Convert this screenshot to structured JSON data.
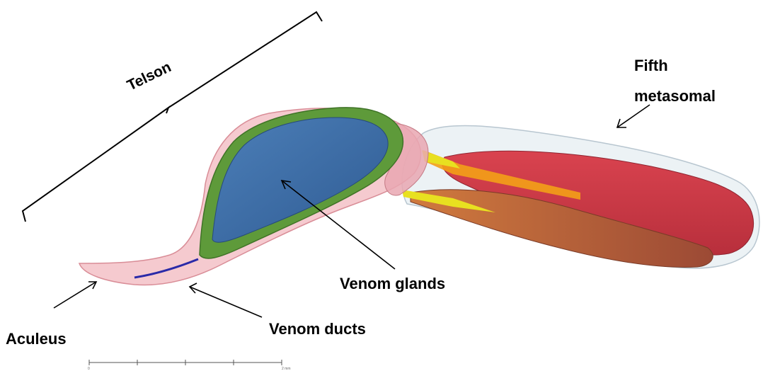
{
  "labels": {
    "telson": "Telson",
    "fifth": "Fifth",
    "metasomal": "metasomal",
    "venom_glands": "Venom glands",
    "venom_ducts": "Venom ducts",
    "aculeus": "Aculeus"
  },
  "scale_bar": {
    "left_tick": "0",
    "right_tick": "2 mm"
  },
  "colors": {
    "cuticle_pink": "#f2b8bf",
    "gland_green": "#5e9a3a",
    "gland_blue": "#3f6fa8",
    "muscle_red": "#cc3b48",
    "muscle_brown": "#b5643a",
    "tendon_yellow": "#e8e020",
    "segment_outline": "#d9e4ec",
    "duct_blue": "#2a2aa8"
  }
}
